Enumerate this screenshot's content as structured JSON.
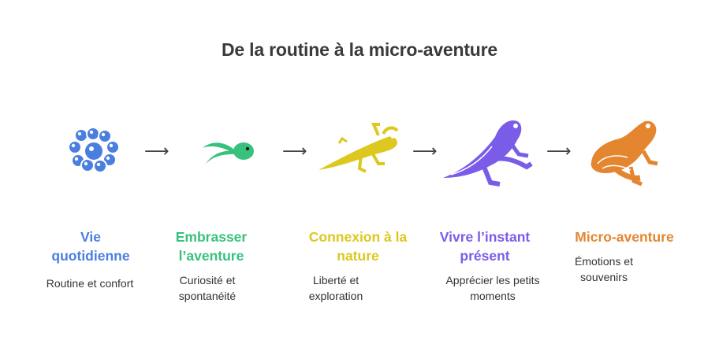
{
  "title": "De la routine à la micro-aventure",
  "stages": [
    {
      "icon": "frog-eggs-icon",
      "color": "#4a7fe0",
      "title_lines": [
        "Vie",
        "quotidienne"
      ],
      "desc_lines": [
        "Routine et confort"
      ]
    },
    {
      "icon": "tadpole-icon",
      "color": "#38c17d",
      "title_lines": [
        "Embrasser",
        "l’aventure"
      ],
      "desc_lines": [
        "Curiosité et",
        "spontanéité"
      ]
    },
    {
      "icon": "froglet-icon",
      "color": "#dcc81e",
      "title_lines": [
        "Connexion à la",
        "nature"
      ],
      "desc_lines": [
        "Liberté et",
        "exploration"
      ]
    },
    {
      "icon": "young-frog-icon",
      "color": "#7b5ce8",
      "title_lines": [
        "Vivre l’instant",
        "présent"
      ],
      "desc_lines": [
        "Apprécier les petits",
        "moments"
      ]
    },
    {
      "icon": "adult-frog-icon",
      "color": "#e4862f",
      "title_lines": [
        "Micro-aventure"
      ],
      "desc_lines": [
        "Émotions et",
        "souvenirs"
      ]
    }
  ],
  "arrow_glyph": "⟶"
}
